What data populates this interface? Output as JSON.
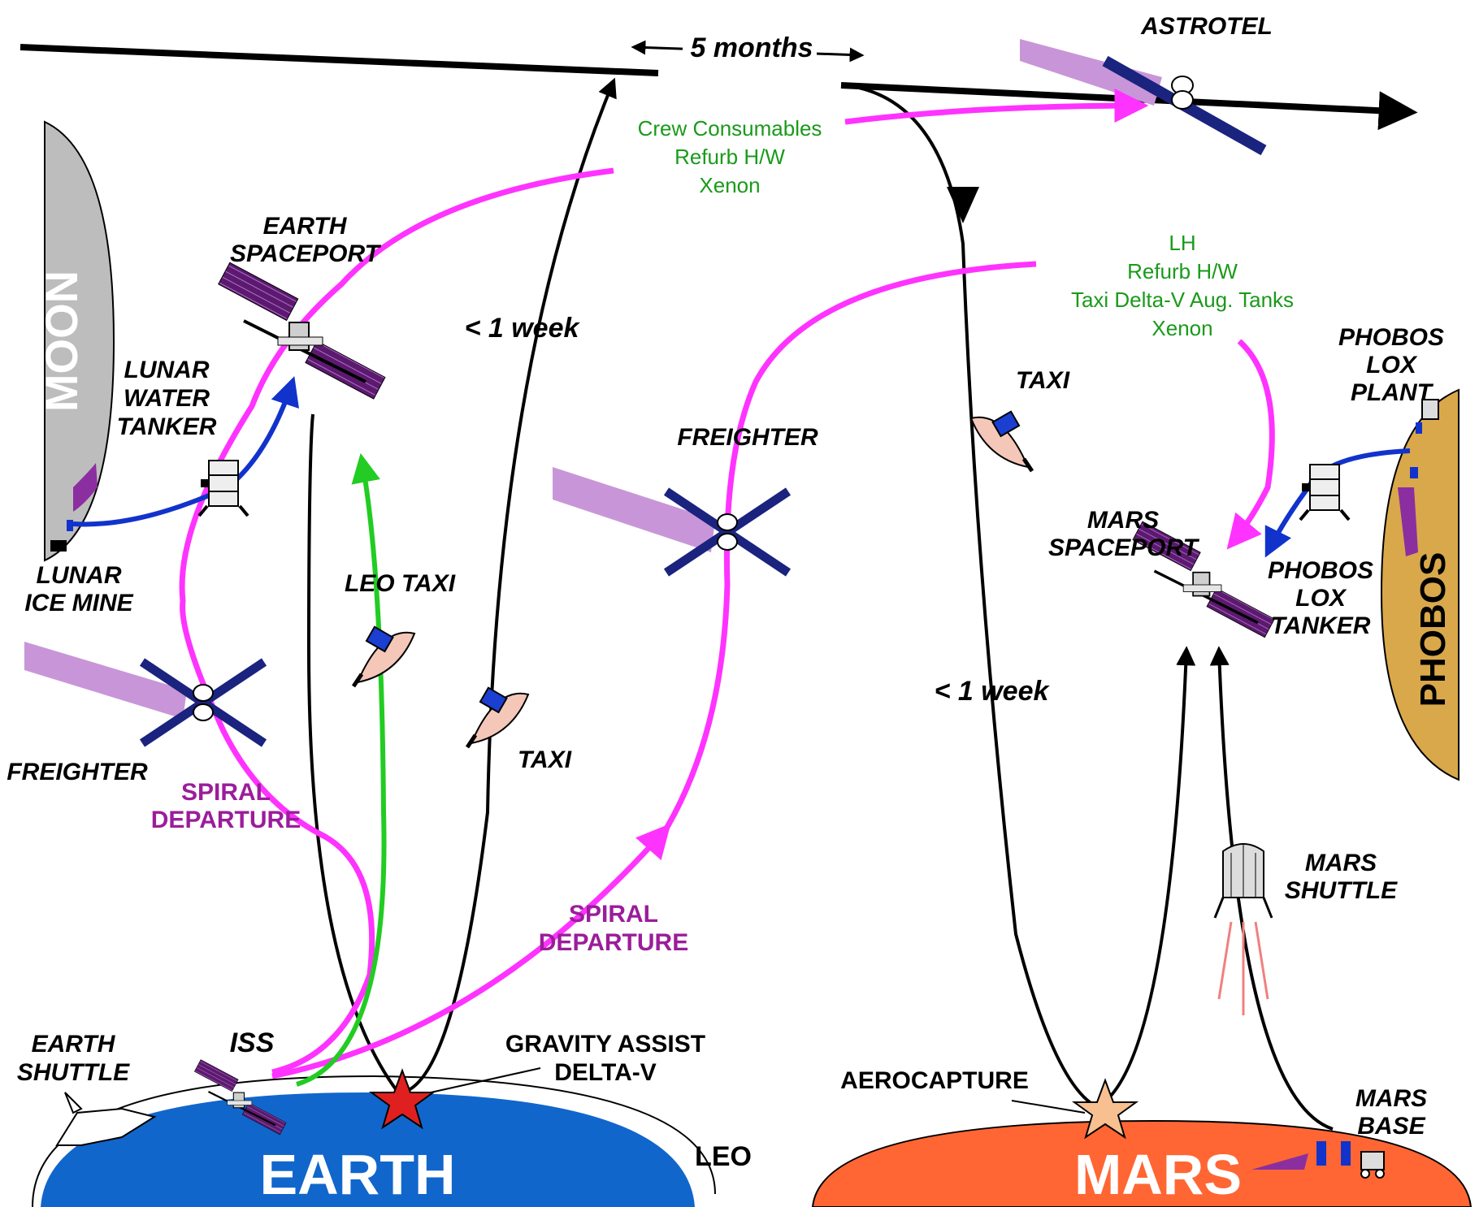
{
  "labels": {
    "astrotel": "ASTROTEL",
    "five_months": "5 months",
    "earth_spaceport": [
      "EARTH",
      "SPACEPORT"
    ],
    "lunar_water_tanker": [
      "LUNAR",
      "WATER",
      "TANKER"
    ],
    "lunar_ice_mine": [
      "LUNAR",
      "ICE MINE"
    ],
    "one_week_left": "< 1 week",
    "one_week_right": "< 1 week",
    "freighter_left": "FREIGHTER",
    "freighter_mid": "FREIGHTER",
    "leo_taxi": "LEO TAXI",
    "taxi_earth": "TAXI",
    "taxi_mars": "TAXI",
    "spiral_departure_left": [
      "SPIRAL",
      "DEPARTURE"
    ],
    "spiral_departure_mid": [
      "SPIRAL",
      "DEPARTURE"
    ],
    "earth_shuttle": [
      "EARTH",
      "SHUTTLE"
    ],
    "iss": "ISS",
    "gravity_assist": [
      "GRAVITY ASSIST",
      "DELTA-V"
    ],
    "leo": "LEO",
    "earth": "EARTH",
    "mars": "MARS",
    "moon": "MOON",
    "phobos": "PHOBOS",
    "phobos_lox_plant": [
      "PHOBOS",
      "LOX",
      "PLANT"
    ],
    "phobos_lox_tanker": [
      "PHOBOS",
      "LOX",
      "TANKER"
    ],
    "mars_spaceport": [
      "MARS",
      "SPACEPORT"
    ],
    "mars_shuttle": [
      "MARS",
      "SHUTTLE"
    ],
    "aerocapture": "AEROCAPTURE",
    "mars_base": [
      "MARS",
      "BASE"
    ],
    "cargo_to_astrotel": [
      "Crew Consumables",
      "Refurb H/W",
      "Xenon"
    ],
    "cargo_to_mars": [
      "LH",
      "Refurb H/W",
      "Taxi Delta-V Aug. Tanks",
      "Xenon"
    ]
  },
  "colors": {
    "earth": "#1166cc",
    "mars": "#ff6633",
    "moon": "#bdbdbd",
    "phobos": "#d9a84a",
    "magenta_path": "#ff33ff",
    "green_path": "#22cc22",
    "blue_path": "#1133cc",
    "trajectory": "#000000",
    "cargo_text": "#1a9a1a",
    "spiral_text": "#9b1d9b",
    "freighter_x": "#1a237e",
    "solar_panel": "#5c1a6e"
  },
  "icons": [
    "spaceport-icon",
    "freighter-icon",
    "taxi-icon",
    "tanker-icon",
    "shuttle-icon",
    "star-icon",
    "lander-icon",
    "rover-icon"
  ]
}
